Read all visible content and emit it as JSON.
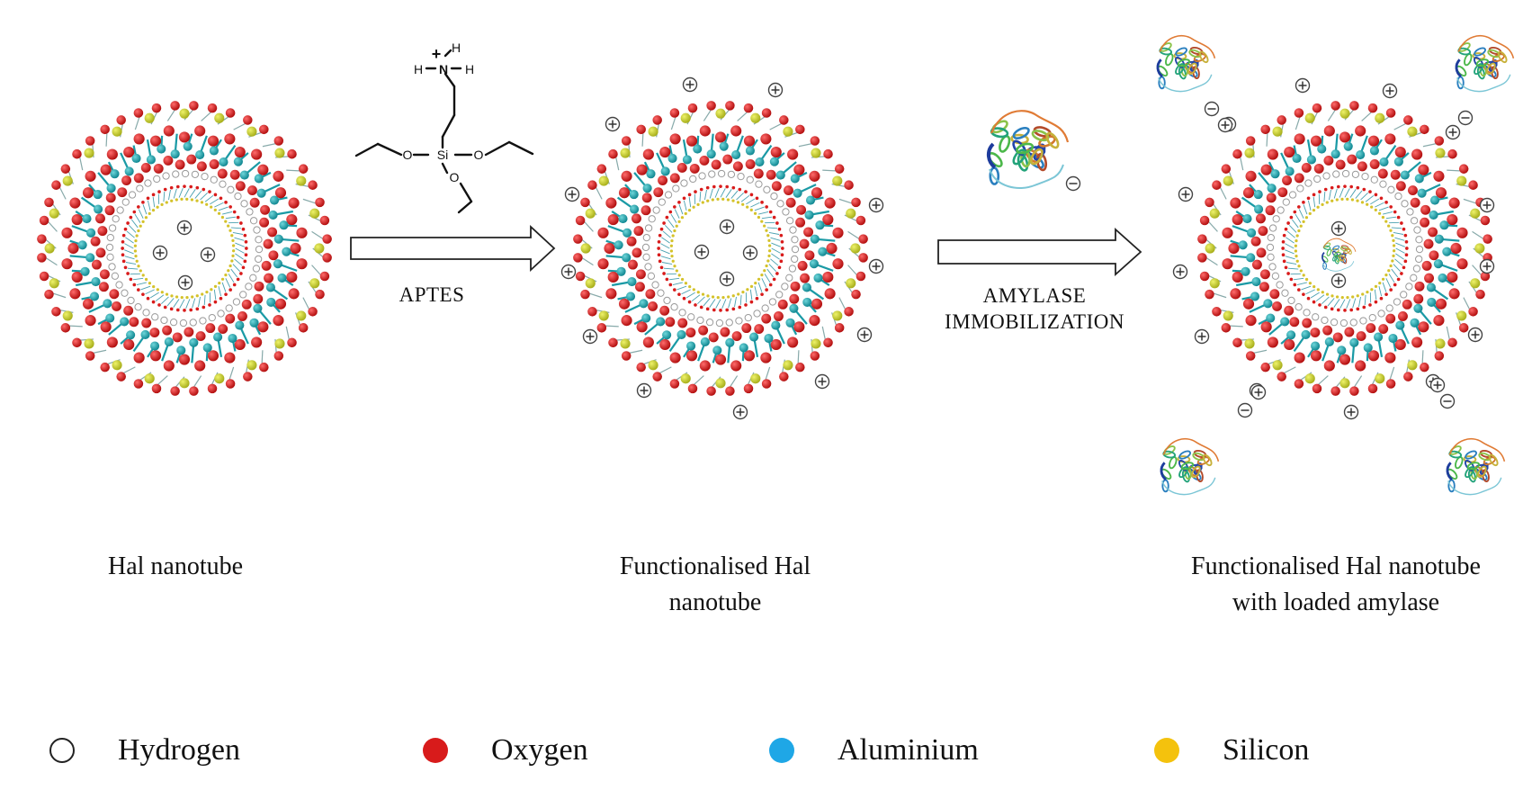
{
  "labels": {
    "step1": "APTES",
    "step2_line1": "AMYLASE",
    "step2_line2": "IMMOBILIZATION",
    "caption1": "Hal nanotube",
    "caption2_line1": "Functionalised Hal",
    "caption2_line2": "nanotube",
    "caption3_line1": "Functionalised Hal nanotube",
    "caption3_line2": "with loaded amylase"
  },
  "aptes": {
    "atoms": {
      "H": "H",
      "N": "N",
      "Si": "Si",
      "O": "O",
      "charge": "+"
    }
  },
  "charges": {
    "positive": "+",
    "negative": "−"
  },
  "legend": [
    {
      "label": "Hydrogen",
      "color": "#ffffff",
      "border": "#222222"
    },
    {
      "label": "Oxygen",
      "color": "#d81b1b",
      "border": "#d81b1b"
    },
    {
      "label": "Aluminium",
      "color": "#1fa7e6",
      "border": "#1fa7e6"
    },
    {
      "label": "Silicon",
      "color": "#f4c20d",
      "border": "#f4c20d"
    }
  ],
  "colors": {
    "oxygen": "#d81b1b",
    "aluminium": "#1a9aa5",
    "silicon": "#c9d12a",
    "hydrogen": "#ffffff"
  }
}
